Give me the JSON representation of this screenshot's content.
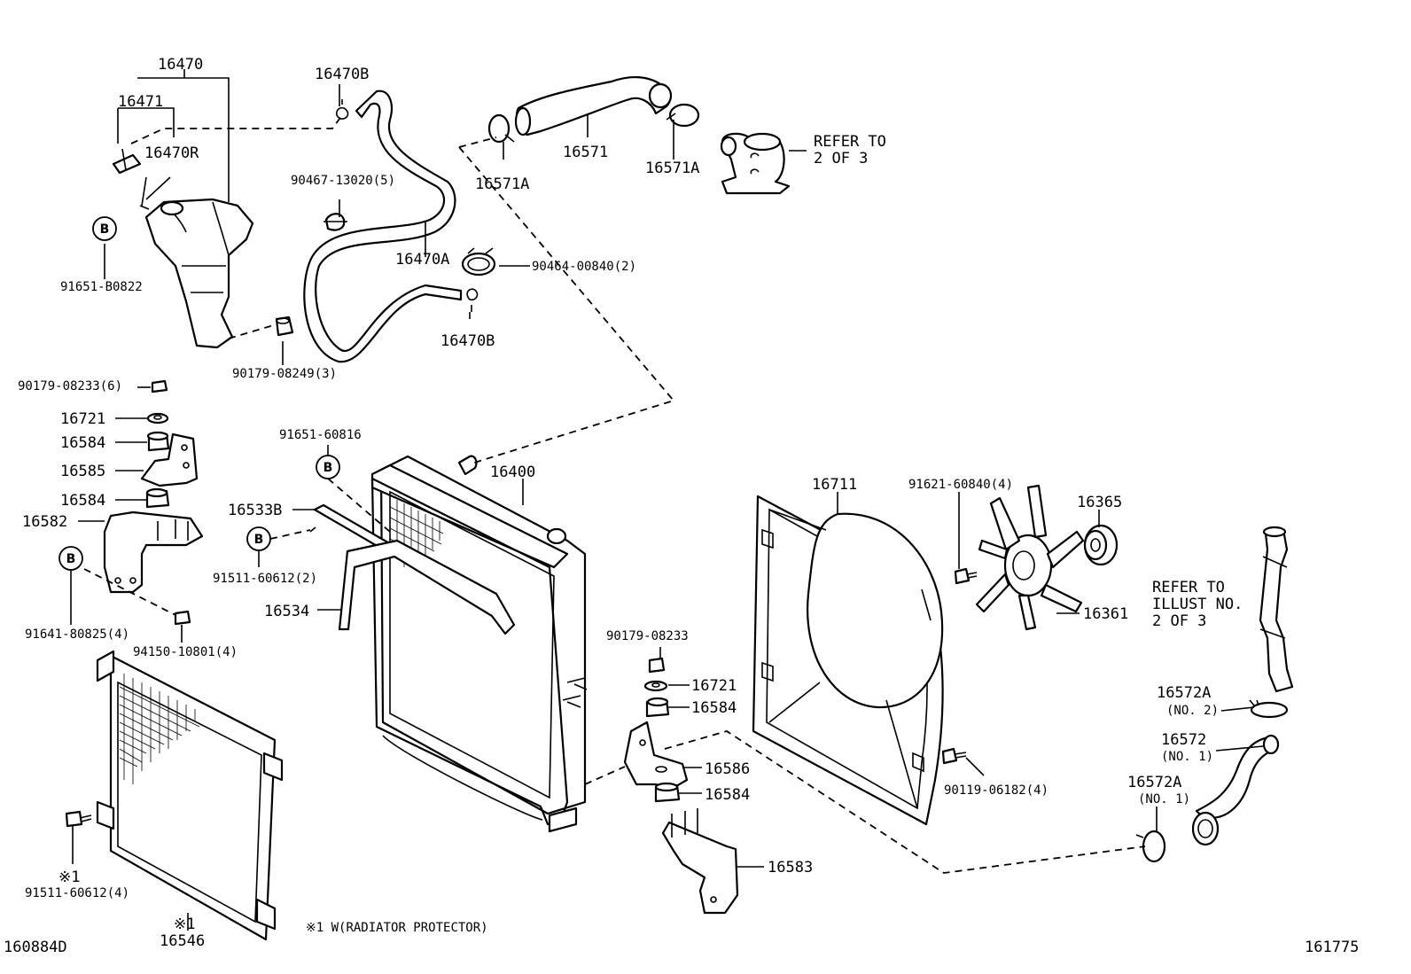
{
  "diagram": {
    "type": "exploded-parts-diagram",
    "image_codes": {
      "left": "160884D",
      "right": "161775"
    },
    "footnote": "※1 W(RADIATOR PROTECTOR)",
    "circle_marker": "B",
    "refer_notes": {
      "thermostat": [
        "REFER TO",
        "2 OF 3"
      ],
      "hose": [
        "REFER TO",
        "ILLUST NO.",
        "2 OF 3"
      ]
    },
    "labels": {
      "p16470": "16470",
      "p16471": "16471",
      "p16470R": "16470R",
      "p16470B_top": "16470B",
      "p90467": "90467-13020(5)",
      "p16470A": "16470A",
      "p90464": "90464-00840(2)",
      "p16470B_bot": "16470B",
      "p91651_B0822": "91651-B0822",
      "p90179_08249": "90179-08249(3)",
      "p16571": "16571",
      "p16571A_l": "16571A",
      "p16571A_r": "16571A",
      "p90179_08233_6": "90179-08233(6)",
      "p16721_l": "16721",
      "p16584_a": "16584",
      "p16585": "16585",
      "p16584_b": "16584",
      "p16582": "16582",
      "p91641": "91641-80825(4)",
      "p94150": "94150-10801(4)",
      "p91651_60816": "91651-60816",
      "p16533B": "16533B",
      "p91511_60612_2": "91511-60612(2)",
      "p16534": "16534",
      "p16400": "16400",
      "p90179_08233": "90179-08233",
      "p16721_r": "16721",
      "p16584_c": "16584",
      "p16586": "16586",
      "p16584_d": "16584",
      "p16583": "16583",
      "p16711": "16711",
      "p91621": "91621-60840(4)",
      "p16365": "16365",
      "p16361": "16361",
      "p90119": "90119-06182(4)",
      "p16572A_2": "16572A",
      "p16572A_2_sub": "(NO. 2)",
      "p16572": "16572",
      "p16572_sub": "(NO. 1)",
      "p16572A_1": "16572A",
      "p16572A_1_sub": "(NO. 1)",
      "p91511_60612_4_mark": "※1",
      "p91511_60612_4": "91511-60612(4)",
      "p16546_mark": "※1",
      "p16546": "16546"
    }
  }
}
